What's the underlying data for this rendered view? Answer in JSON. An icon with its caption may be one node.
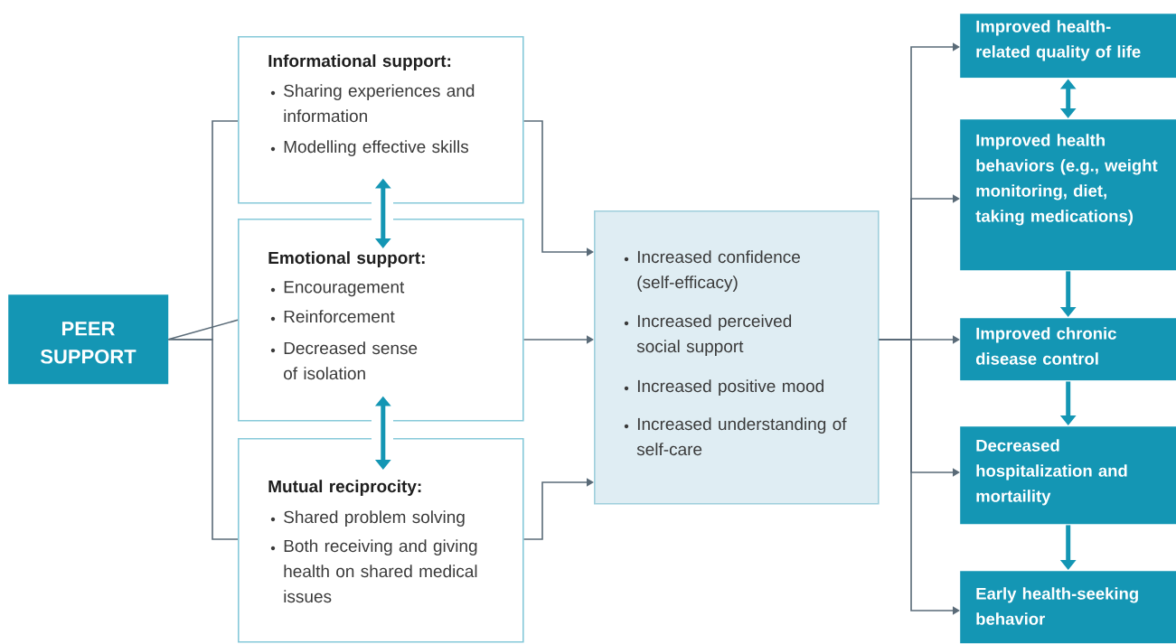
{
  "diagram": {
    "nodes": [
      {
        "text": [
          "PEER SUPPORT"
        ]
      },
      {
        "text": [
          "Informational support:",
          "Sharing experiences and information",
          "Modelling effective skills"
        ]
      },
      {
        "text": [
          "Emotional support:",
          "Encouragement",
          "Reinforcement",
          "Decreased sense of isolation"
        ]
      },
      {
        "text": [
          "Mutual reciprocity:",
          "Shared problem solving",
          "Both receiving and giving health on shared medical issues"
        ]
      },
      {
        "text": [
          "Increased confidence (self-efficacy)",
          "Increased perceived social support",
          "Increased positive mood",
          "Increased understanding of self-care"
        ]
      },
      {
        "text": [
          "Improved health-related quality of life"
        ]
      },
      {
        "text": [
          "Improved health behaviors (e.g., weight monitoring, diet, taking medications)"
        ]
      },
      {
        "text": [
          "Improved chronic disease control"
        ]
      },
      {
        "text": [
          "Decreased hospitalization and mortaility"
        ]
      },
      {
        "text": [
          "Early health-seeking behavior"
        ]
      }
    ],
    "edges": [
      {
        "from": 0,
        "to": 1,
        "arrow": "none"
      },
      {
        "from": 0,
        "to": 2,
        "arrow": "none"
      },
      {
        "from": 0,
        "to": 3,
        "arrow": "none"
      },
      {
        "from": 1,
        "to": 4,
        "arrow": "to"
      },
      {
        "from": 2,
        "to": 4,
        "arrow": "to"
      },
      {
        "from": 3,
        "to": 4,
        "arrow": "to"
      },
      {
        "from": 4,
        "to": 5,
        "arrow": "to"
      },
      {
        "from": 4,
        "to": 6,
        "arrow": "to"
      },
      {
        "from": 4,
        "to": 7,
        "arrow": "to"
      },
      {
        "from": 4,
        "to": 8,
        "arrow": "to"
      },
      {
        "from": 4,
        "to": 9,
        "arrow": "to"
      },
      {
        "from": 1,
        "to": 2,
        "arrow": "both",
        "style": "thick",
        "color": "#1496b4"
      },
      {
        "from": 2,
        "to": 3,
        "arrow": "both",
        "style": "thick",
        "color": "#1496b4"
      },
      {
        "from": 5,
        "to": 6,
        "arrow": "both",
        "style": "thick",
        "color": "#1496b4"
      },
      {
        "from": 6,
        "to": 7,
        "arrow": "to",
        "style": "thick",
        "color": "#1496b4"
      },
      {
        "from": 7,
        "to": 8,
        "arrow": "to",
        "style": "thick",
        "color": "#1496b4"
      },
      {
        "from": 8,
        "to": 9,
        "arrow": "to",
        "style": "thick",
        "color": "#1496b4"
      }
    ]
  }
}
